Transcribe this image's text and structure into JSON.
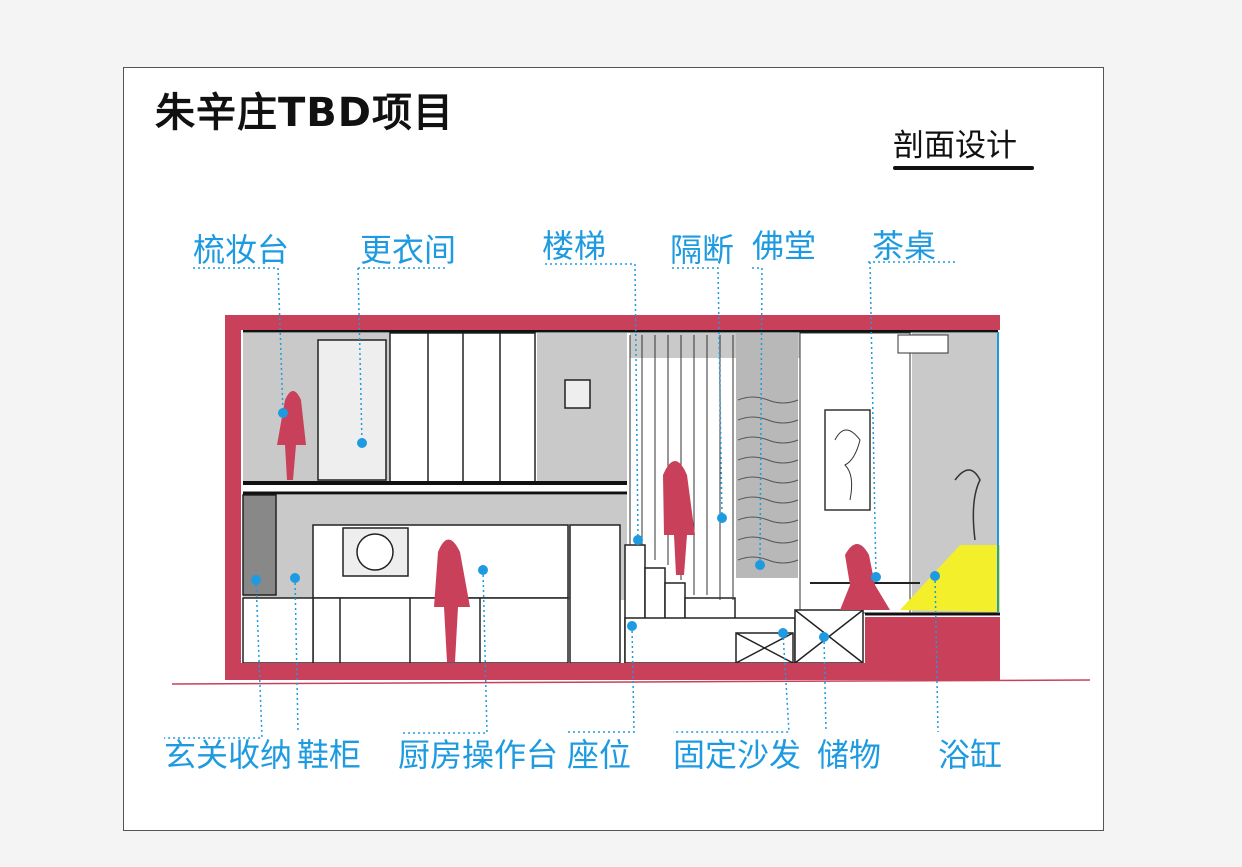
{
  "title": "朱辛庄TBD项目",
  "subtitle": "剖面设计",
  "colors": {
    "accent_red": "#c8405a",
    "label_blue": "#1e9be0",
    "gray_fill": "#c9c9c9",
    "lamp_yellow": "#f3ef2a"
  },
  "labels_top": [
    "梳妆台",
    "更衣间",
    "楼梯",
    "隔断",
    "佛堂",
    "茶桌"
  ],
  "labels_bottom": [
    "玄关收纳",
    "鞋柜",
    "厨房操作台",
    "座位",
    "固定沙发",
    "储物",
    "浴缸"
  ]
}
